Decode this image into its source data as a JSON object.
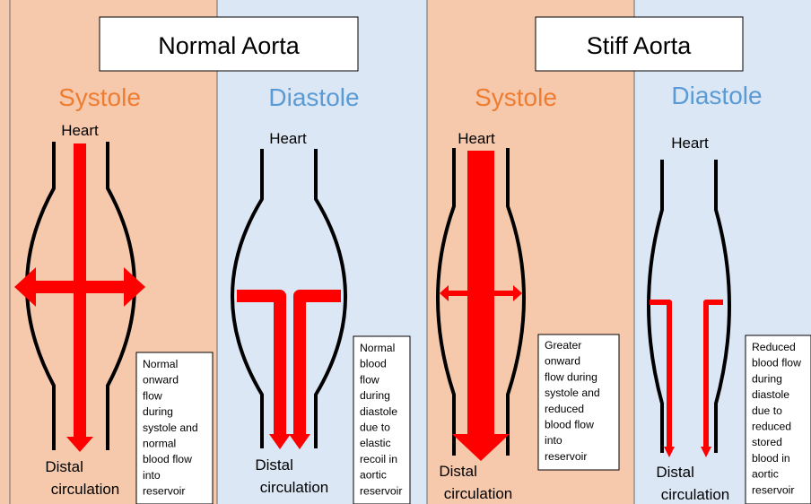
{
  "colors": {
    "systole_bg": "#f6c9ad",
    "diastole_bg": "#dbe7f5",
    "systole_text": "#ee7d31",
    "diastole_text": "#5b9bd5",
    "flow_arrow": "#ff0000",
    "vessel_wall": "#000000"
  },
  "titles": {
    "normal": "Normal Aorta",
    "stiff": "Stiff Aorta"
  },
  "panels": [
    {
      "phase": "Systole",
      "top_label": "Heart",
      "bottom_label_line1": "Distal",
      "bottom_label_line2": "circulation",
      "note": [
        "Normal",
        "onward",
        "flow",
        "during",
        "systole and",
        "normal",
        "blood flow",
        "into",
        "reservoir"
      ]
    },
    {
      "phase": "Diastole",
      "top_label": "Heart",
      "bottom_label_line1": "Distal",
      "bottom_label_line2": "circulation",
      "note": [
        "Normal",
        "blood",
        "flow",
        "during",
        "diastole",
        "due to",
        "elastic",
        "recoil in",
        "aortic",
        "reservoir"
      ]
    },
    {
      "phase": "Systole",
      "top_label": "Heart",
      "bottom_label_line1": "Distal",
      "bottom_label_line2": "circulation",
      "note": [
        "Greater",
        "onward",
        "flow during",
        "systole and",
        "reduced",
        "blood flow",
        "into",
        "reservoir"
      ]
    },
    {
      "phase": "Diastole",
      "top_label": "Heart",
      "bottom_label_line1": "Distal",
      "bottom_label_line2": "circulation",
      "note": [
        "Reduced",
        "blood flow",
        "during",
        "diastole",
        "due to",
        "reduced",
        "stored",
        "blood in",
        "aortic",
        "reservoir"
      ]
    }
  ]
}
